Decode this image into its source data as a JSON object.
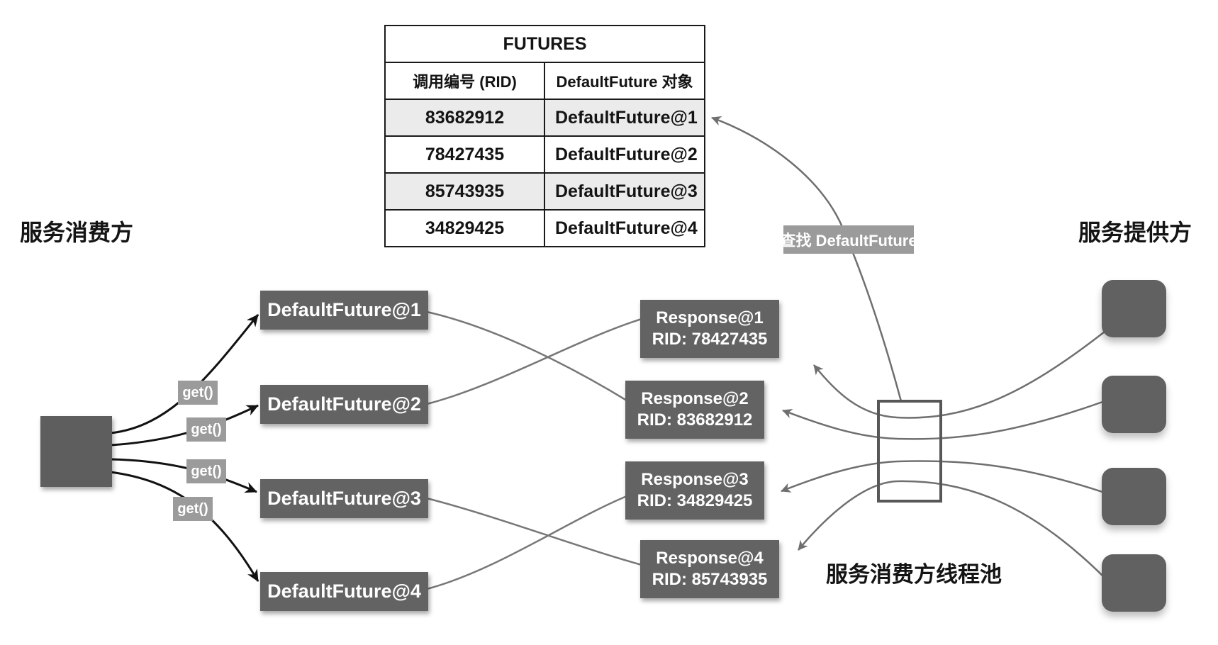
{
  "diagram": {
    "consumer_side_label": "服务消费方",
    "provider_side_label": "服务提供方",
    "thread_pool_label": "服务消费方线程池",
    "lookup_badge": "查找 DefaultFuture",
    "get_badge": "get()",
    "futures_table": {
      "title": "FUTURES",
      "columns": [
        "调用编号 (RID)",
        "DefaultFuture 对象"
      ],
      "rows": [
        [
          "83682912",
          "DefaultFuture@1"
        ],
        [
          "78427435",
          "DefaultFuture@2"
        ],
        [
          "85743935",
          "DefaultFuture@3"
        ],
        [
          "34829425",
          "DefaultFuture@4"
        ]
      ]
    },
    "future_boxes": [
      "DefaultFuture@1",
      "DefaultFuture@2",
      "DefaultFuture@3",
      "DefaultFuture@4"
    ],
    "response_boxes": [
      {
        "name": "Response@1",
        "rid": "RID: 78427435"
      },
      {
        "name": "Response@2",
        "rid": "RID: 83682912"
      },
      {
        "name": "Response@3",
        "rid": "RID: 34829425"
      },
      {
        "name": "Response@4",
        "rid": "RID: 85743935"
      }
    ],
    "colors": {
      "node_dark": "#636363",
      "badge_gray": "#9b9b9b",
      "connector_gray": "#6f6f6f",
      "arrow_black": "#121212",
      "table_stripe": "#ebebeb"
    }
  }
}
